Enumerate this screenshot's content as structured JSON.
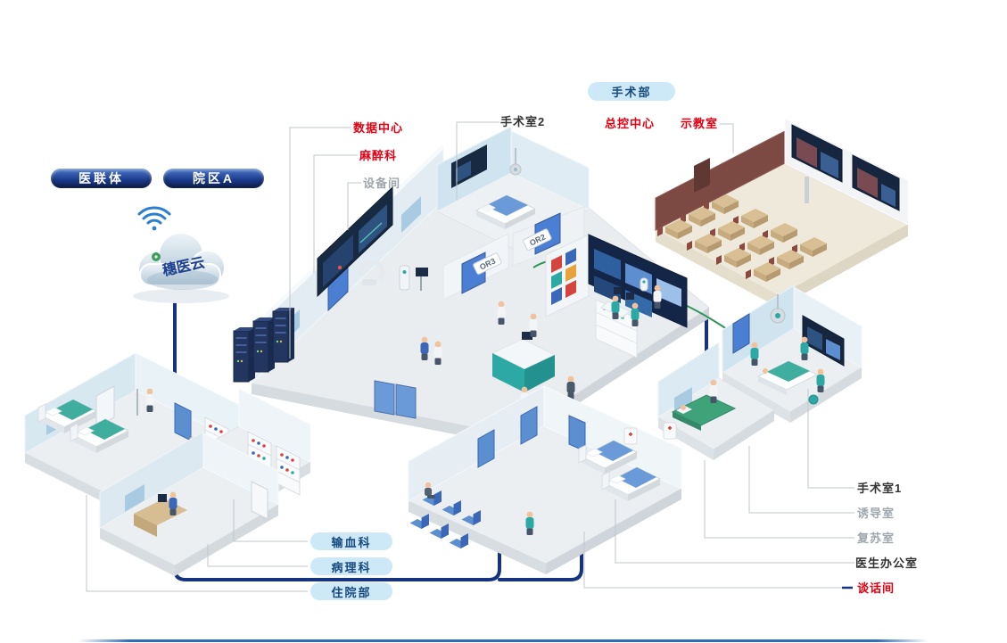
{
  "badges": {
    "medical_alliance": "医联体",
    "campus_a": "院区A",
    "surgery_department": "手术部"
  },
  "cloud": {
    "name": "穗医云"
  },
  "labels": {
    "data_center": "数据中心",
    "anesthesiology": "麻醉科",
    "equipment_room": "设备间",
    "operating_room_2": "手术室2",
    "master_control_center": "总控中心",
    "demo_classroom": "示教室",
    "operating_room_1": "手术室1",
    "induction_room": "诱导室",
    "recovery_room": "复苏室",
    "doctor_office": "医生办公室",
    "talk_room": "谈话间",
    "blood_transfusion_dept": "输血科",
    "pathology_dept": "病理科",
    "inpatient_dept": "住院部"
  },
  "room_tags": {
    "or2": "OR2",
    "or3": "OR3"
  },
  "colors": {
    "highlight_red": "#e60012",
    "label_dark": "#333333",
    "label_gray": "#a0a6ad",
    "badge_navy": "#1b3a8c",
    "pill_light_blue": "#cde9f8",
    "connector_navy": "#16337f",
    "cable_green": "#2f9458",
    "wall_blue": "#c2dcea",
    "accent_teal": "#2ca9a4",
    "footer_blue": "#2f6db8"
  }
}
